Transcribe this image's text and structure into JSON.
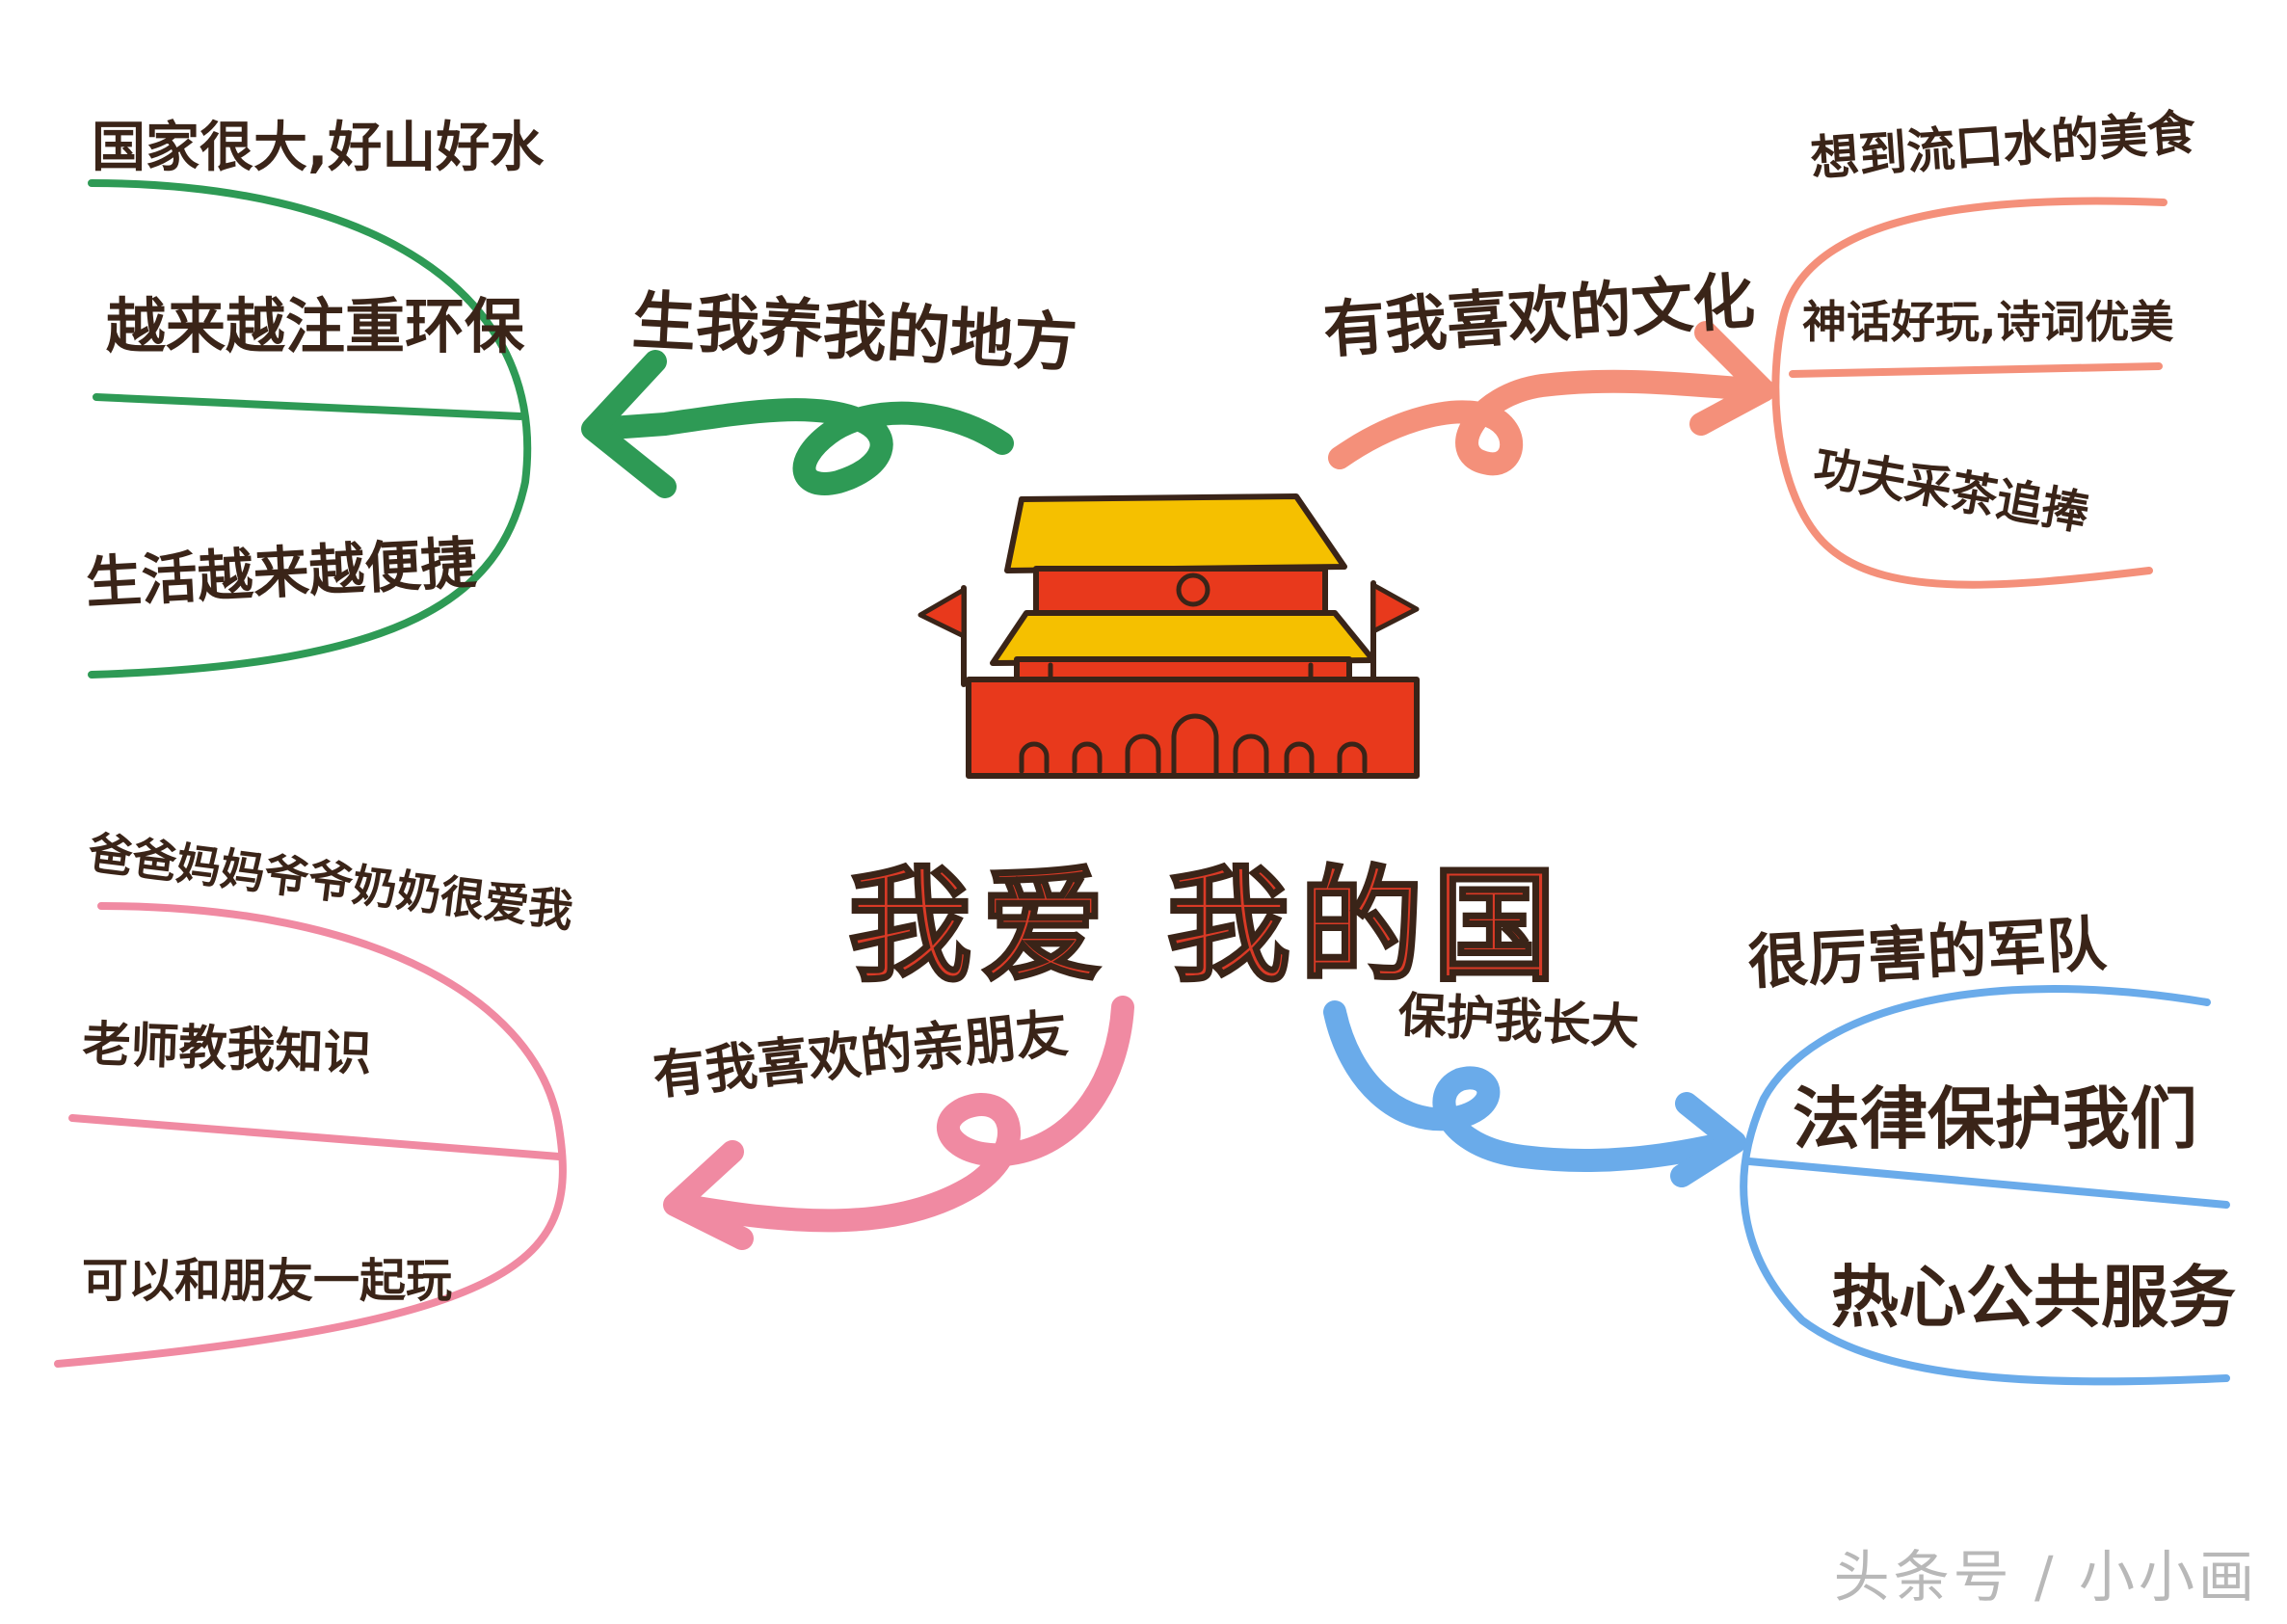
{
  "title": "我爱 我的国",
  "watermark": "头条号 / 小小画",
  "colors": {
    "green": "#2e9a55",
    "salmon": "#f4907a",
    "pink": "#f08aa2",
    "blue": "#6aabea",
    "title_red": "#d93a26",
    "ink": "#3a2418",
    "roof": "#f5c000",
    "wall": "#e8391c"
  },
  "center_icon": "tiananmen-gate-icon",
  "branches": {
    "top_left": {
      "label": "生我养我的地方",
      "items": [
        "国家很大,好山好水",
        "越来越注重环保",
        "生活越来越便捷"
      ]
    },
    "top_right": {
      "label": "有我喜欢的文化",
      "items": [
        "想到流口水的美食",
        "神话好玩,诗词优美",
        "功夫采茶追捧"
      ]
    },
    "bottom_left": {
      "label": "有我喜欢的亲朋友",
      "items": [
        "爸爸妈妈爷爷奶奶很爱我",
        "老师教我知识",
        "可以和朋友一起玩"
      ]
    },
    "bottom_right": {
      "label": "保护我长大",
      "items": [
        "很厉害的军队",
        "法律保护我们",
        "热心公共服务"
      ]
    }
  }
}
